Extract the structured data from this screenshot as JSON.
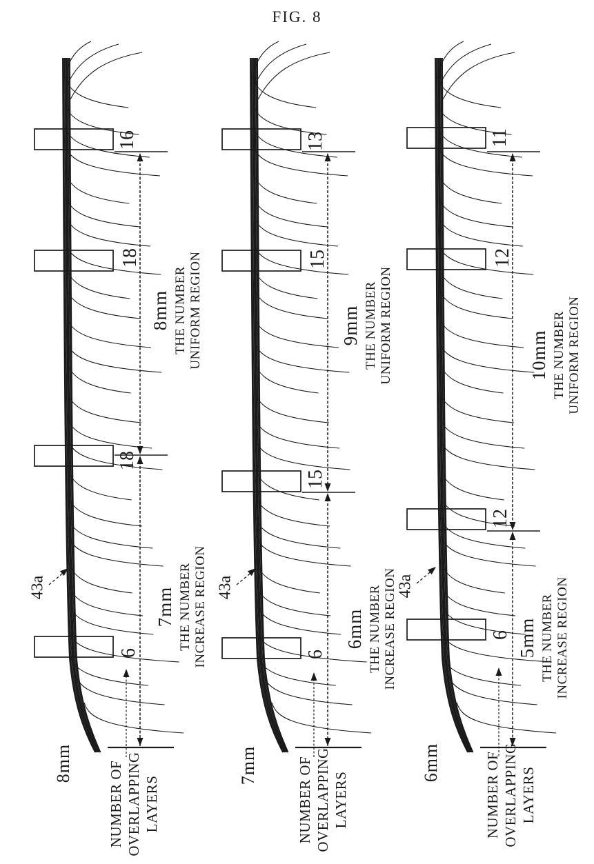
{
  "title": "FIG. 8",
  "ink_color": "#1a1a1a",
  "panels": [
    {
      "bottom_label": "8mm",
      "counts": [
        "16",
        "18",
        "18",
        "6"
      ],
      "uniform_size": "8mm",
      "uniform_line1": "THE NUMBER",
      "uniform_line2": "UNIFORM REGION",
      "increase_size": "7mm",
      "increase_line1": "THE NUMBER",
      "increase_line2": "INCREASE REGION",
      "pointer": "43a",
      "axis_line1": "NUMBER OF",
      "axis_line2": "OVERLAPPING",
      "axis_line3": "LAYERS"
    },
    {
      "bottom_label": "7mm",
      "counts": [
        "13",
        "15",
        "15",
        "6"
      ],
      "uniform_size": "9mm",
      "uniform_line1": "THE NUMBER",
      "uniform_line2": "UNIFORM REGION",
      "increase_size": "6mm",
      "increase_line1": "THE NUMBER",
      "increase_line2": "INCREASE REGION",
      "pointer": "43a",
      "axis_line1": "NUMBER OF",
      "axis_line2": "OVERLAPPING",
      "axis_line3": "LAYERS"
    },
    {
      "bottom_label": "6mm",
      "counts": [
        "11",
        "12",
        "12",
        "6"
      ],
      "uniform_size": "10mm",
      "uniform_line1": "THE NUMBER",
      "uniform_line2": "UNIFORM REGION",
      "increase_size": "5mm",
      "increase_line1": "THE NUMBER",
      "increase_line2": "INCREASE REGION",
      "pointer": "43a",
      "axis_line1": "NUMBER OF",
      "axis_line2": "OVERLAPPING",
      "axis_line3": "LAYERS"
    }
  ]
}
